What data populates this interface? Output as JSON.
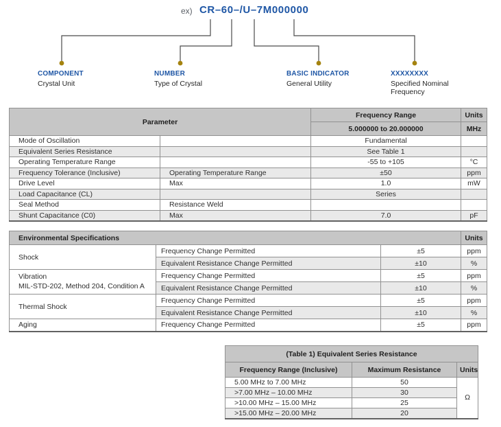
{
  "colors": {
    "accent_blue": "#1e56a5",
    "leader_dot_gold": "#a5830f",
    "header_gray": "#c6c6c6",
    "alt_row_gray": "#e9e9e9",
    "border_gray": "#919191",
    "line_gray": "#4a4a4a"
  },
  "part_number_diagram": {
    "prefix": "ex)",
    "code": "CR–60–/U–7M000000",
    "labels": [
      {
        "title": "COMPONENT",
        "subtitle": "Crystal Unit"
      },
      {
        "title": "NUMBER",
        "subtitle": "Type of Crystal"
      },
      {
        "title": "BASIC INDICATOR",
        "subtitle": "General Utility"
      },
      {
        "title": "XXXXXXXX",
        "subtitle": "Specified Nominal Frequency"
      }
    ]
  },
  "parameter_table": {
    "header": {
      "parameter": "Parameter",
      "frequency_range": "Frequency Range",
      "units": "Units",
      "range_value": "5.000000 to 20.000000",
      "units_value": "MHz"
    },
    "rows": [
      {
        "param": "Mode of Oscillation",
        "condition": "",
        "value": "Fundamental",
        "unit": ""
      },
      {
        "param": "Equivalent Series Resistance",
        "condition": "",
        "value": "See Table 1",
        "unit": ""
      },
      {
        "param": "Operating Temperature Range",
        "condition": "",
        "value": "-55 to +105",
        "unit": "°C"
      },
      {
        "param": "Frequency Tolerance (Inclusive)",
        "condition": "Operating Temperature Range",
        "value": "±50",
        "unit": "ppm"
      },
      {
        "param": "Drive Level",
        "condition": "Max",
        "value": "1.0",
        "unit": "mW"
      },
      {
        "param": "Load Capacitance (CL)",
        "condition": "",
        "value": "Series",
        "unit": ""
      },
      {
        "param": "Seal Method",
        "condition": "Resistance Weld",
        "value": "",
        "unit": ""
      },
      {
        "param": "Shunt Capacitance (C0)",
        "condition": "Max",
        "value": "7.0",
        "unit": "pF"
      }
    ]
  },
  "environmental_table": {
    "title": "Environmental Specifications",
    "units_header": "Units",
    "groups": [
      {
        "name": "Shock",
        "name2": "",
        "rows": [
          {
            "test": "Frequency Change Permitted",
            "value": "±5",
            "unit": "ppm"
          },
          {
            "test": "Equivalent Resistance Change Permitted",
            "value": "±10",
            "unit": "%"
          }
        ]
      },
      {
        "name": "Vibration",
        "name2": "MIL-STD-202, Method 204, Condition A",
        "rows": [
          {
            "test": "Frequency Change Permitted",
            "value": "±5",
            "unit": "ppm"
          },
          {
            "test": "Equivalent Resistance Change Permitted",
            "value": "±10",
            "unit": "%"
          }
        ]
      },
      {
        "name": "Thermal Shock",
        "name2": "",
        "rows": [
          {
            "test": "Frequency Change Permitted",
            "value": "±5",
            "unit": "ppm"
          },
          {
            "test": "Equivalent Resistance Change Permitted",
            "value": "±10",
            "unit": "%"
          }
        ]
      },
      {
        "name": "Aging",
        "name2": "",
        "rows": [
          {
            "test": "Frequency Change Permitted",
            "value": "±5",
            "unit": "ppm"
          }
        ]
      }
    ]
  },
  "resistance_table": {
    "title": "(Table 1) Equivalent Series Resistance",
    "headers": {
      "range": "Frequency Range (Inclusive)",
      "resistance": "Maximum Resistance",
      "units": "Units"
    },
    "rows": [
      {
        "range": "5.00 MHz to 7.00 MHz",
        "resistance": "50"
      },
      {
        "range": ">7.00 MHz – 10.00 MHz",
        "resistance": "30"
      },
      {
        "range": ">10.00 MHz – 15.00 MHz",
        "resistance": "25"
      },
      {
        "range": ">15.00 MHz – 20.00 MHz",
        "resistance": "20"
      }
    ],
    "unit": "Ω"
  }
}
